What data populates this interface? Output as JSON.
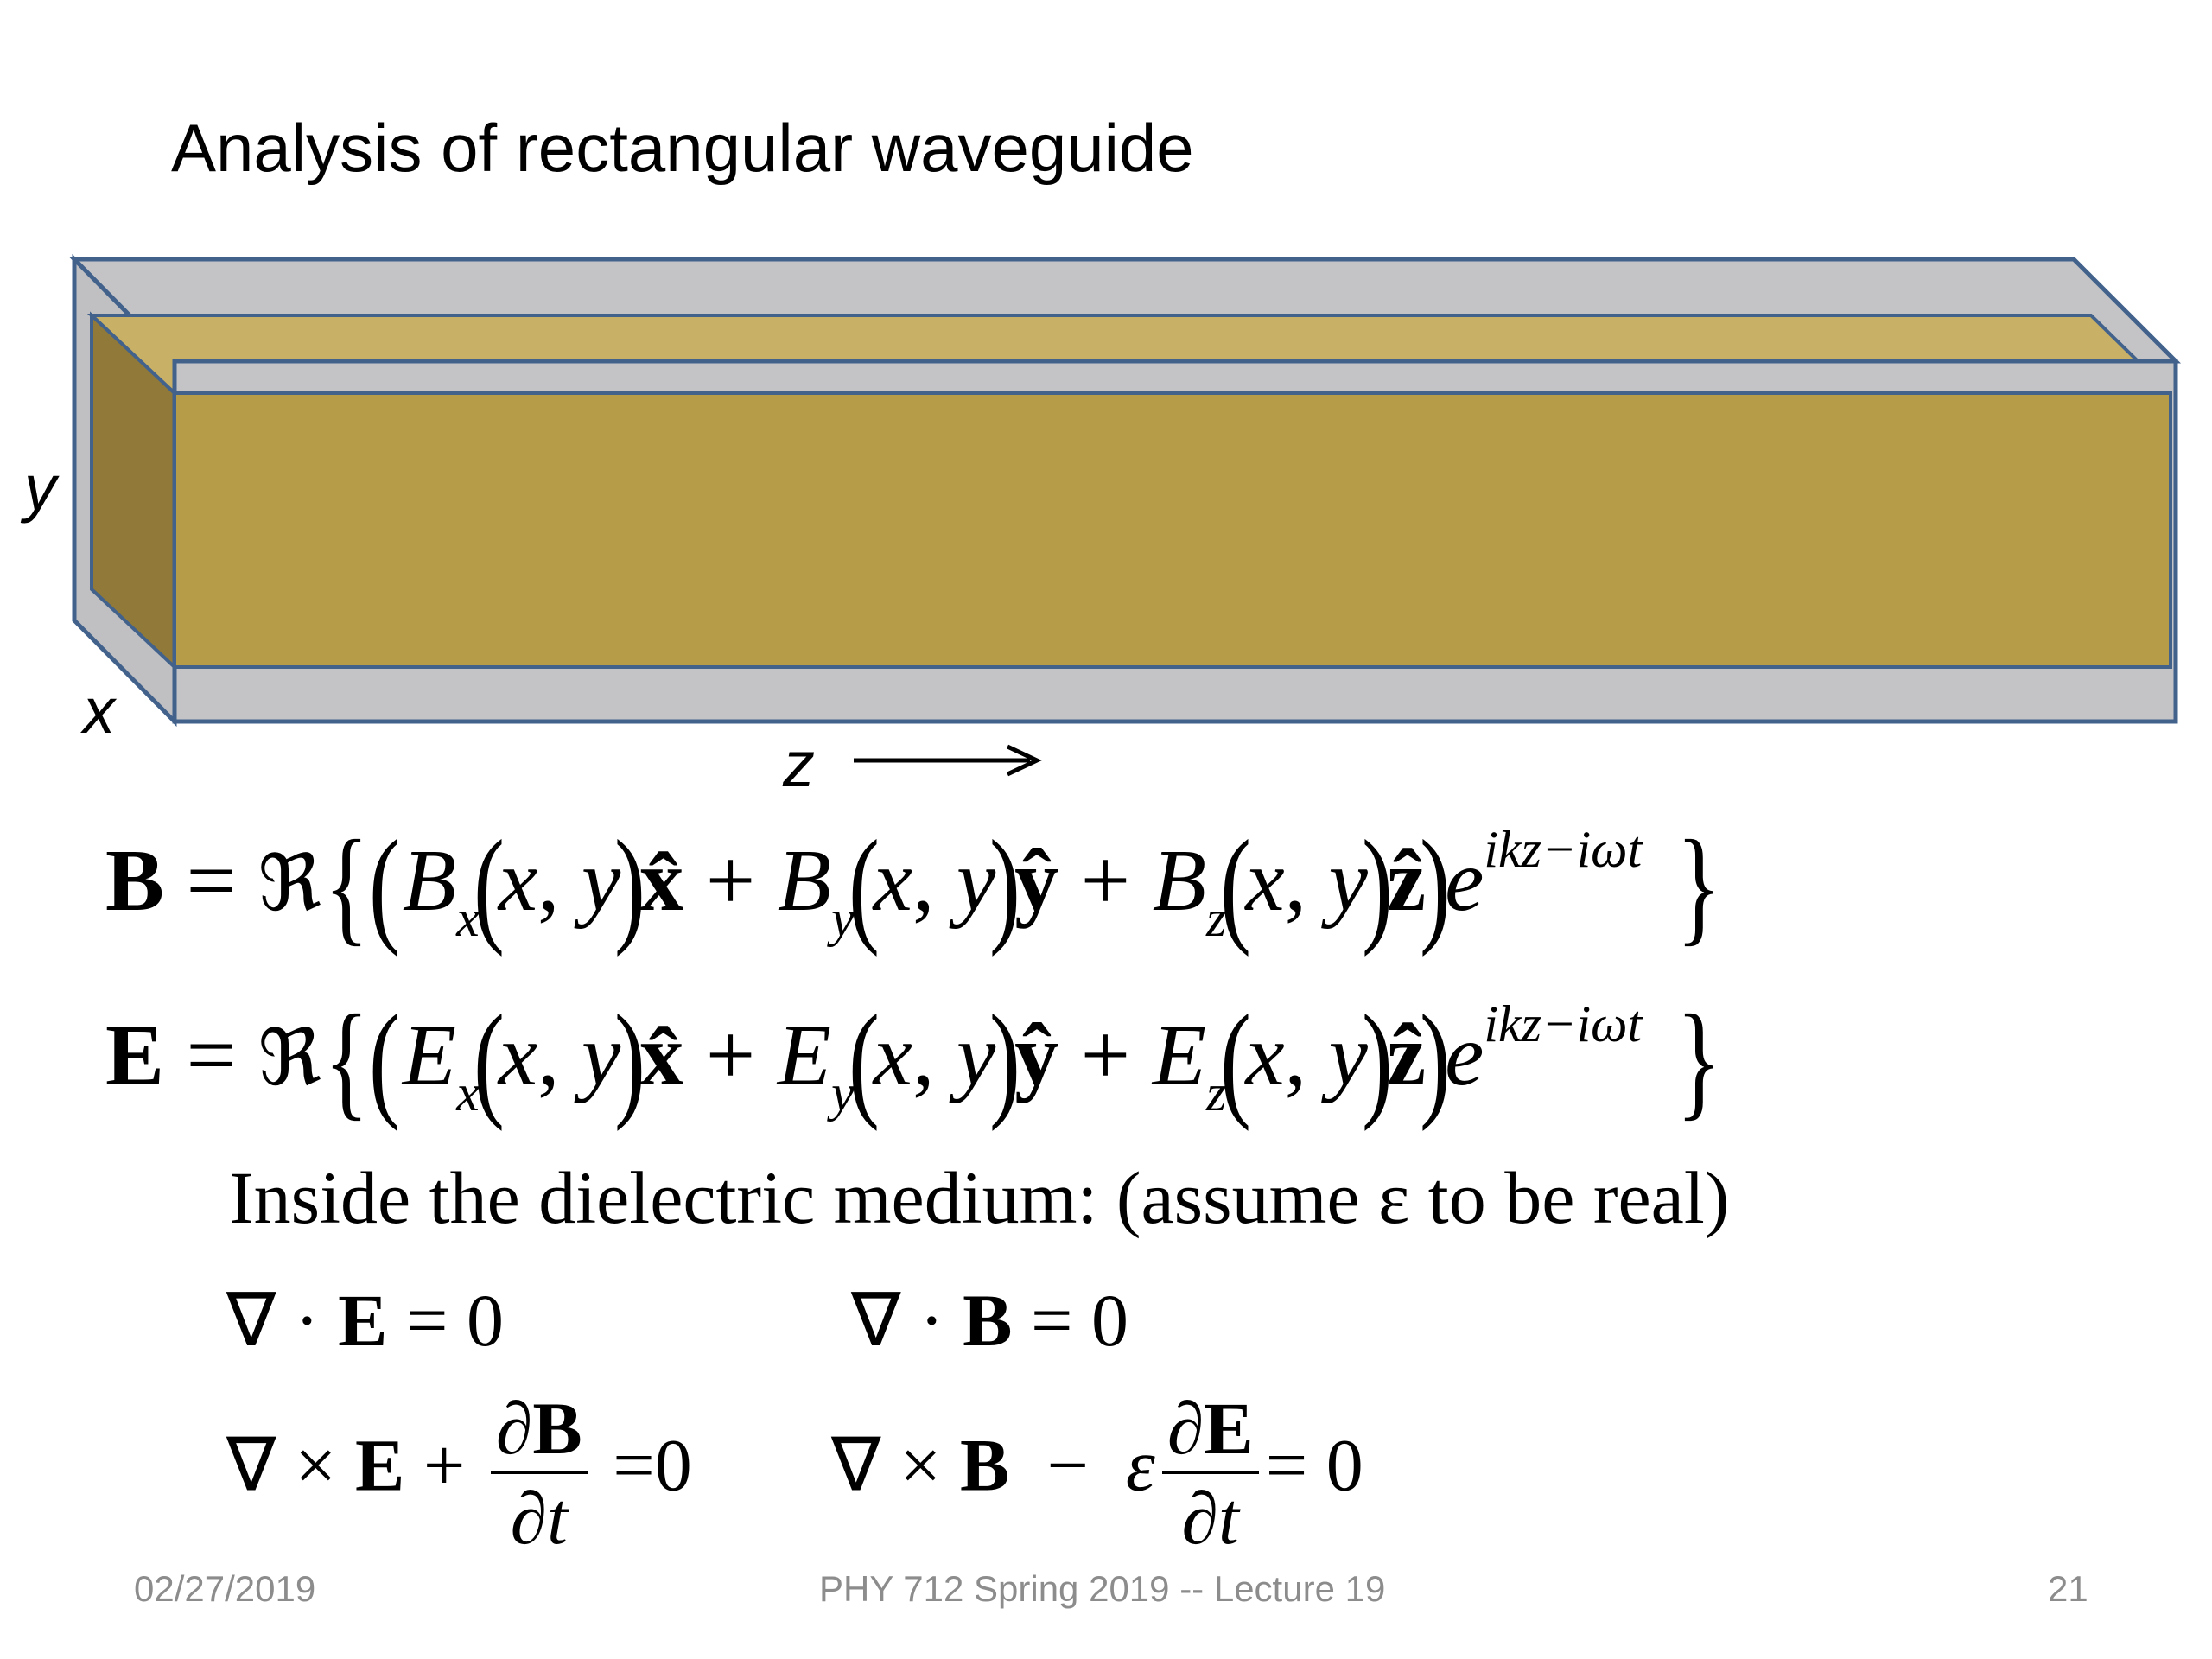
{
  "title": "Analysis of rectangular waveguide",
  "diagram": {
    "axis_x": "x",
    "axis_y": "y",
    "axis_z": "z",
    "colors": {
      "conductor": "#c4c4c6",
      "dielectric_front": "#b69c48",
      "dielectric_top": "#c8b066",
      "dielectric_side": "#917a39",
      "outline": "#42628c"
    }
  },
  "equations": {
    "B_field": "B = ℜ{(Bx(x, y)x̂ + By(x, y)ŷ + Bz(x, y)ẑ)e^(ikz−iωt)}",
    "E_field": "E = ℜ{(Ex(x, y)x̂ + Ey(x, y)ŷ + Ez(x, y)ẑ)e^(ikz−iωt)}",
    "exponent": "ikz−iωt",
    "medium_text": "Inside the dielectric medium:  (assume ε to be real)",
    "div_E": "∇ · E = 0",
    "div_B": "∇ · B = 0",
    "curl_E": "∇ × E + ∂B/∂t = 0",
    "curl_B": "∇ × B − ε ∂E/∂t = 0"
  },
  "footer": {
    "date": "02/27/2019",
    "course": "PHY 712  Spring 2019 -- Lecture 19",
    "page": "21"
  }
}
